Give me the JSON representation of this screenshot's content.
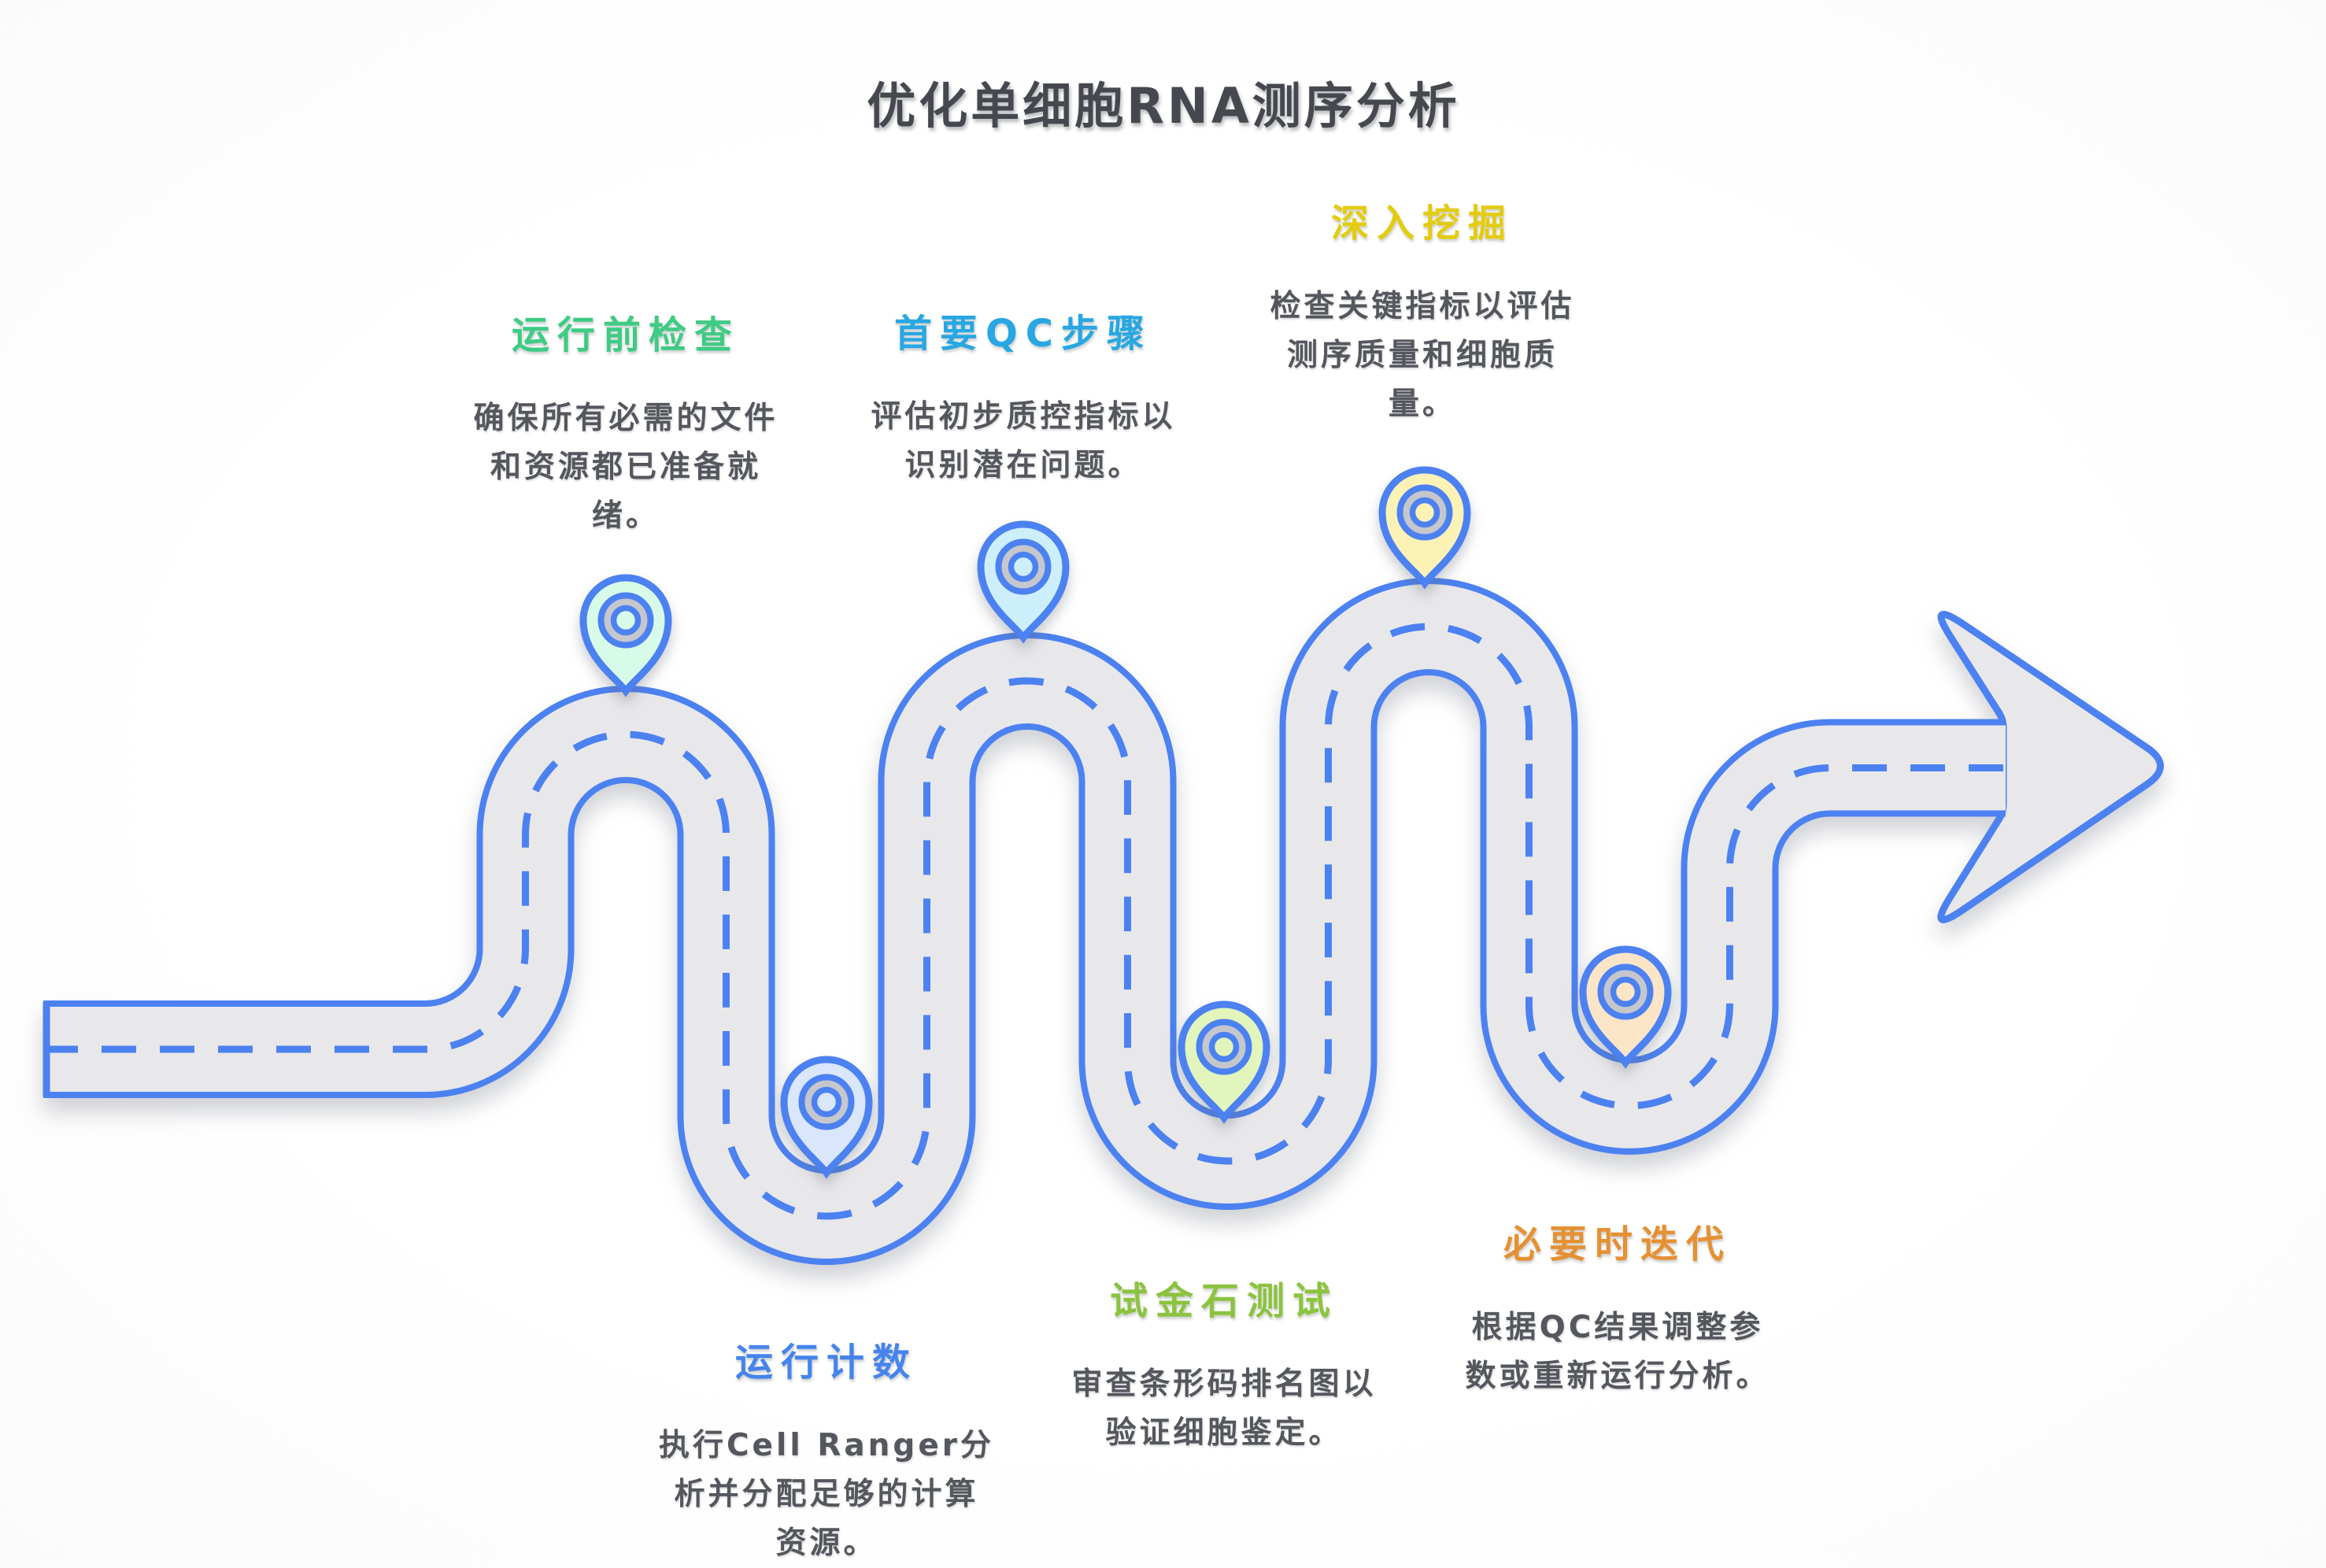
{
  "title": "优化单细胞RNA测序分析",
  "road": {
    "fill_color": "#e8e8ea",
    "edge_color": "#4c81f1",
    "dash_color": "#4c81f1"
  },
  "steps": [
    {
      "heading": "运行前检查",
      "description": "确保所有必需的文件\n和资源都已准备就\n绪。",
      "accent_color": "#3ecb83",
      "pin_color": "#d8fbe9"
    },
    {
      "heading": "运行计数",
      "description": "执行Cell Ranger分\n析并分配足够的计算\n资源。",
      "accent_color": "#4584ec",
      "pin_color": "#d9e6fb"
    },
    {
      "heading": "首要QC步骤",
      "description": "评估初步质控指标以\n识别潜在问题。",
      "accent_color": "#28a7e2",
      "pin_color": "#cdeffc"
    },
    {
      "heading": "试金石测试",
      "description": "审查条形码排名图以\n验证细胞鉴定。",
      "accent_color": "#8bc33f",
      "pin_color": "#e2f5bd"
    },
    {
      "heading": "深入挖掘",
      "description": "检查关键指标以评估\n测序质量和细胞质\n量。",
      "accent_color": "#e3cc10",
      "pin_color": "#fcf2b6"
    },
    {
      "heading": "必要时迭代",
      "description": "根据QC结果调整参\n数或重新运行分析。",
      "accent_color": "#e59133",
      "pin_color": "#fce4c7"
    }
  ]
}
